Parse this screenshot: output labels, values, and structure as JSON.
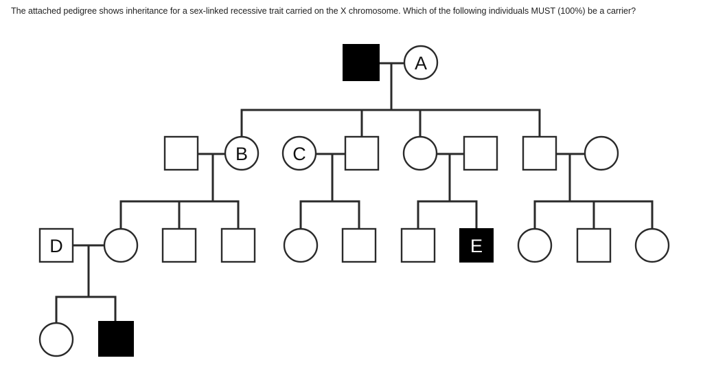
{
  "question": {
    "text": "The attached pedigree shows inheritance for a sex-linked recessive trait carried on the X chromosome. Which of the following individuals MUST (100%) be a carrier?"
  },
  "pedigree": {
    "labels": {
      "A": "A",
      "B": "B",
      "C": "C",
      "D": "D",
      "E": "E"
    },
    "affected_color": "#000000",
    "unaffected_color": "#ffffff"
  }
}
